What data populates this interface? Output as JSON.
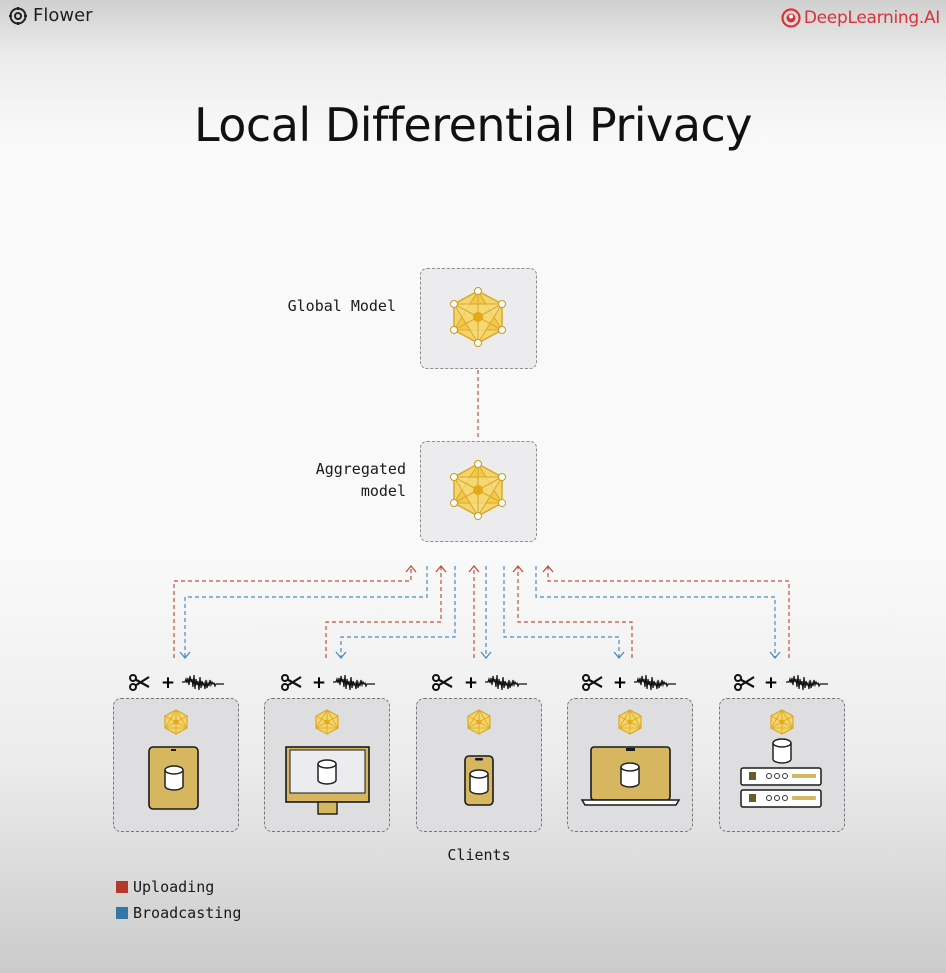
{
  "header": {
    "left_brand": "Flower",
    "right_brand": "DeepLearning.AI",
    "left_icon": "flower-gear-icon",
    "right_icon": "deeplearning-logo-icon"
  },
  "title": "Local Differential Privacy",
  "global_model": {
    "label": "Global Model",
    "icon": "neural-network-icon"
  },
  "aggregated_model": {
    "label_line1": "Aggregated",
    "label_line2": "model",
    "icon": "neural-network-icon"
  },
  "clients": {
    "label": "Clients",
    "items": [
      {
        "device": "tablet",
        "icon": "tablet-icon"
      },
      {
        "device": "desktop",
        "icon": "desktop-monitor-icon"
      },
      {
        "device": "phone",
        "icon": "smartphone-icon"
      },
      {
        "device": "laptop",
        "icon": "laptop-icon"
      },
      {
        "device": "server",
        "icon": "server-icon"
      }
    ],
    "operation_icons": [
      "clipping-scissors-icon",
      "noise-waveform-icon"
    ],
    "plus": "+"
  },
  "legend": [
    {
      "label": "Uploading",
      "color": "#b5392a"
    },
    {
      "label": "Broadcasting",
      "color": "#3576a8"
    }
  ],
  "colors": {
    "upload": "#c0503c",
    "broadcast": "#4a8cbf",
    "model_fill": "#f2c94c",
    "device_fill": "#d6b65f"
  }
}
